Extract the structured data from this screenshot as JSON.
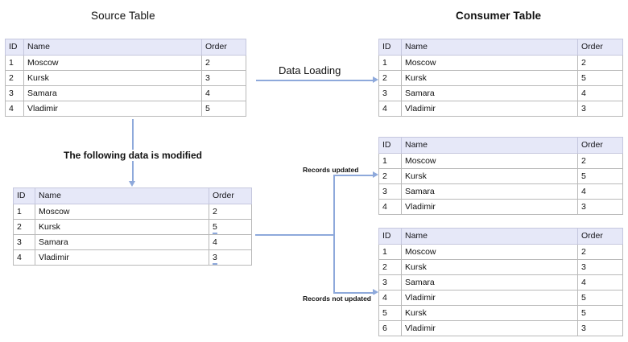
{
  "diagram": {
    "titles": {
      "source": "Source Table",
      "consumer": "Consumer Table"
    },
    "labels": {
      "data_loading": "Data Loading",
      "modified_note": "The following data is modified",
      "records_updated": "Records updated",
      "records_not_updated": "Records not updated"
    },
    "columns": [
      "ID",
      "Name",
      "Order"
    ],
    "colors": {
      "header_fill": "#e6e8f8",
      "connector": "#8ea9db",
      "border": "#b9b9b9",
      "text": "#111111"
    },
    "tables": {
      "source_original": {
        "name": "Source Table (original)",
        "columns": [
          "ID",
          "Name",
          "Order"
        ],
        "rows": [
          [
            "1",
            "Moscow",
            "2"
          ],
          [
            "2",
            "Kursk",
            "3"
          ],
          [
            "3",
            "Samara",
            "4"
          ],
          [
            "4",
            "Vladimir",
            "5"
          ]
        ]
      },
      "source_modified": {
        "name": "Source Table (modified)",
        "columns": [
          "ID",
          "Name",
          "Order"
        ],
        "rows": [
          [
            "1",
            "Moscow",
            "2"
          ],
          [
            "2",
            "Kursk",
            "5"
          ],
          [
            "3",
            "Samara",
            "4"
          ],
          [
            "4",
            "Vladimir",
            "3"
          ]
        ],
        "modified_cells": [
          [
            1,
            2
          ],
          [
            3,
            2
          ]
        ]
      },
      "consumer_initial": {
        "name": "Consumer Table (after data loading)",
        "columns": [
          "ID",
          "Name",
          "Order"
        ],
        "rows": [
          [
            "1",
            "Moscow",
            "2"
          ],
          [
            "2",
            "Kursk",
            "5"
          ],
          [
            "3",
            "Samara",
            "4"
          ],
          [
            "4",
            "Vladimir",
            "3"
          ]
        ]
      },
      "consumer_updated": {
        "name": "Consumer Table (records updated)",
        "columns": [
          "ID",
          "Name",
          "Order"
        ],
        "rows": [
          [
            "1",
            "Moscow",
            "2"
          ],
          [
            "2",
            "Kursk",
            "5"
          ],
          [
            "3",
            "Samara",
            "4"
          ],
          [
            "4",
            "Vladimir",
            "3"
          ]
        ]
      },
      "consumer_not_updated": {
        "name": "Consumer Table (records not updated)",
        "columns": [
          "ID",
          "Name",
          "Order"
        ],
        "rows": [
          [
            "1",
            "Moscow",
            "2"
          ],
          [
            "2",
            "Kursk",
            "3"
          ],
          [
            "3",
            "Samara",
            "4"
          ],
          [
            "4",
            "Vladimir",
            "5"
          ],
          [
            "5",
            "Kursk",
            "5"
          ],
          [
            "6",
            "Vladimir",
            "3"
          ]
        ]
      }
    }
  }
}
